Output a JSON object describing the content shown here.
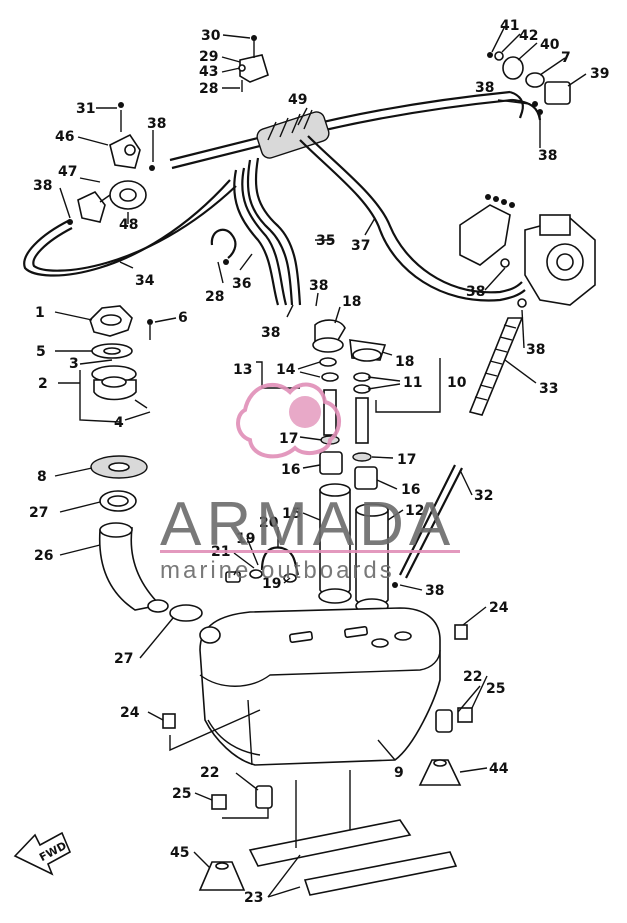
{
  "diagram": {
    "callouts": [
      "1",
      "2",
      "3",
      "4",
      "5",
      "6",
      "7",
      "8",
      "9",
      "10",
      "11",
      "12",
      "13",
      "14",
      "15",
      "16",
      "17",
      "18",
      "19",
      "20",
      "21",
      "22",
      "23",
      "24",
      "25",
      "26",
      "27",
      "28",
      "29",
      "30",
      "31",
      "32",
      "33",
      "34",
      "35",
      "36",
      "37",
      "38",
      "39",
      "40",
      "41",
      "42",
      "43",
      "44",
      "45",
      "46",
      "47",
      "48",
      "49"
    ],
    "fwd_label": "FWD"
  },
  "watermark": {
    "brand": "ARMADA",
    "tagline": "marine outboards",
    "accent_color": "#e08fb7"
  }
}
